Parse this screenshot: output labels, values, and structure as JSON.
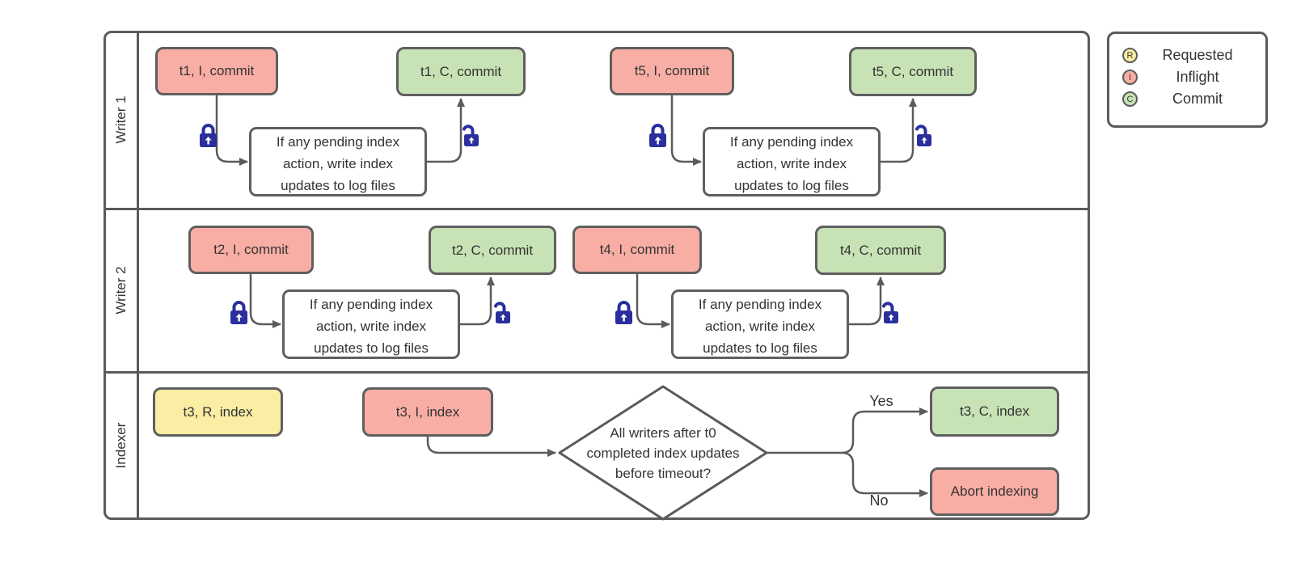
{
  "colors": {
    "requested_fill": "#faeda4",
    "inflight_fill": "#f9aea5",
    "commit_fill": "#c7e3b5",
    "stroke": "#5b5b5b",
    "lock": "#2a2f9d"
  },
  "legend": {
    "items": [
      {
        "symbol": "R",
        "label": "Requested",
        "state": "requested"
      },
      {
        "symbol": "I",
        "label": "Inflight",
        "state": "inflight"
      },
      {
        "symbol": "C",
        "label": "Commit",
        "state": "commit"
      }
    ]
  },
  "edge_labels": {
    "yes": "Yes",
    "no": "No"
  },
  "locks": [
    {
      "lane": "Writer 1",
      "state": "locked"
    },
    {
      "lane": "Writer 1",
      "state": "unlocked"
    },
    {
      "lane": "Writer 1",
      "state": "locked"
    },
    {
      "lane": "Writer 1",
      "state": "unlocked"
    },
    {
      "lane": "Writer 2",
      "state": "locked"
    },
    {
      "lane": "Writer 2",
      "state": "unlocked"
    },
    {
      "lane": "Writer 2",
      "state": "locked"
    },
    {
      "lane": "Writer 2",
      "state": "unlocked"
    }
  ],
  "lanes": [
    {
      "label": "Writer 1",
      "nodes": [
        {
          "id": "t1-inflight",
          "text": "t1, I, commit",
          "state": "inflight"
        },
        {
          "id": "w1-process-1",
          "lines": [
            "If any pending index",
            "action, write index",
            "updates to log files"
          ]
        },
        {
          "id": "t1-commit",
          "text": "t1, C, commit",
          "state": "commit"
        },
        {
          "id": "t5-inflight",
          "text": "t5, I, commit",
          "state": "inflight"
        },
        {
          "id": "w1-process-2",
          "lines": [
            "If any pending index",
            "action, write index",
            "updates to log files"
          ]
        },
        {
          "id": "t5-commit",
          "text": "t5, C, commit",
          "state": "commit"
        }
      ]
    },
    {
      "label": "Writer 2",
      "nodes": [
        {
          "id": "t2-inflight",
          "text": "t2, I, commit",
          "state": "inflight"
        },
        {
          "id": "w2-process-1",
          "lines": [
            "If any pending index",
            "action, write index",
            "updates to log files"
          ]
        },
        {
          "id": "t2-commit",
          "text": "t2, C, commit",
          "state": "commit"
        },
        {
          "id": "t4-inflight",
          "text": "t4, I, commit",
          "state": "inflight"
        },
        {
          "id": "w2-process-2",
          "lines": [
            "If any pending index",
            "action, write index",
            "updates to log files"
          ]
        },
        {
          "id": "t4-commit",
          "text": "t4, C, commit",
          "state": "commit"
        }
      ]
    },
    {
      "label": "Indexer",
      "nodes": [
        {
          "id": "t3-requested",
          "text": "t3, R, index",
          "state": "requested"
        },
        {
          "id": "t3-inflight",
          "text": "t3, I, index",
          "state": "inflight"
        },
        {
          "id": "decision",
          "lines": [
            "All writers after t0",
            "completed index updates",
            "before timeout?"
          ]
        },
        {
          "id": "t3-commit",
          "text": "t3, C, index",
          "state": "commit"
        },
        {
          "id": "abort",
          "text": "Abort indexing",
          "state": "inflight"
        }
      ]
    }
  ]
}
